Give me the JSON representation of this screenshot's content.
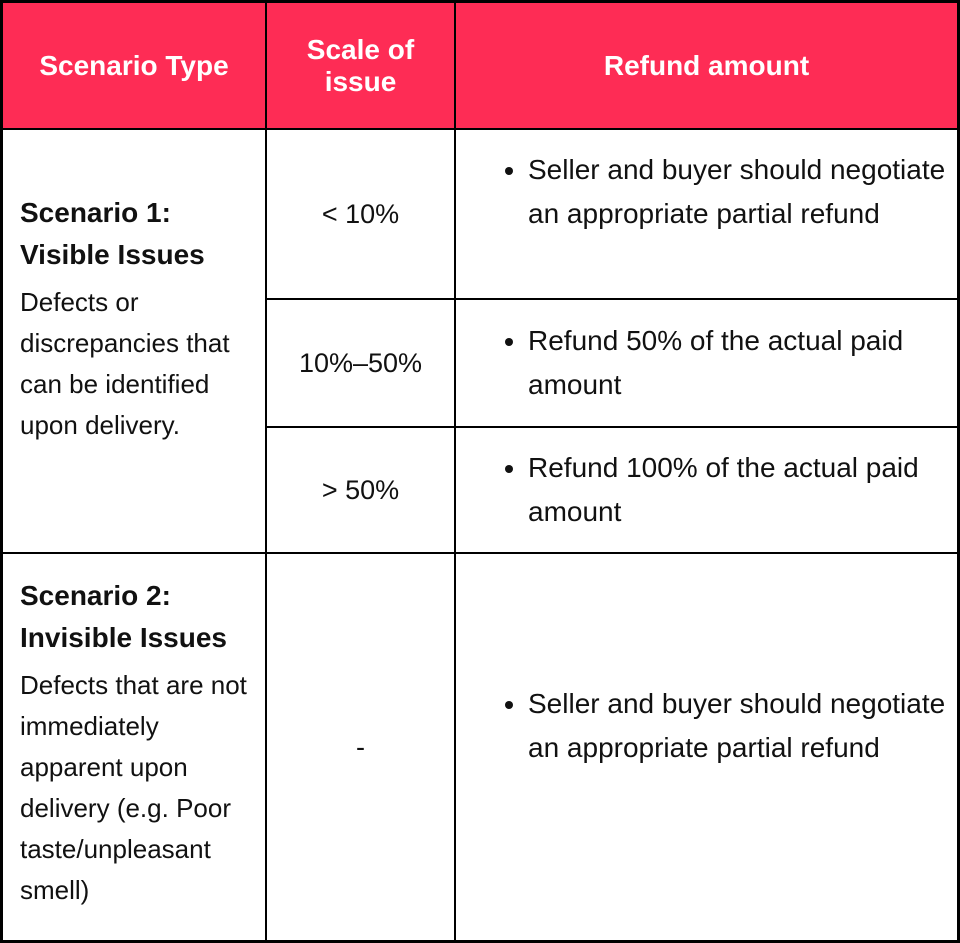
{
  "header": {
    "col1": "Scenario Type",
    "col2_line1": "Scale of",
    "col2_line2": "issue",
    "col3": "Refund amount"
  },
  "scenario1": {
    "title_line1": "Scenario 1:",
    "title_line2": "Visible Issues",
    "description": "Defects or discrepancies that can be identified upon delivery.",
    "rows": [
      {
        "scale": "< 10%",
        "refund": "Seller and buyer should negotiate an appropriate partial refund"
      },
      {
        "scale": "10%–50%",
        "refund": "Refund 50% of the actual paid amount"
      },
      {
        "scale": "> 50%",
        "refund": "Refund 100% of the actual paid amount"
      }
    ]
  },
  "scenario2": {
    "title_line1": "Scenario 2:",
    "title_line2": "Invisible Issues",
    "description": "Defects that are not immediately apparent upon delivery (e.g. Poor taste/unpleasant smell)",
    "scale": "-",
    "refund": "Seller and buyer should negotiate an appropriate partial refund"
  },
  "colors": {
    "header_bg": "#fe2c55",
    "header_text": "#ffffff",
    "border": "#000000"
  }
}
